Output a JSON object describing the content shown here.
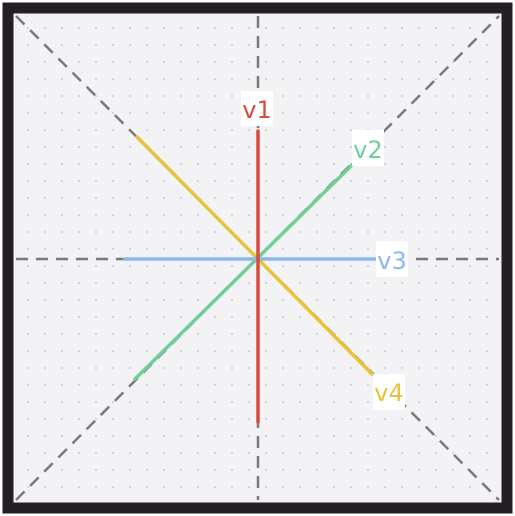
{
  "diagram": {
    "background": "#f3f3f5",
    "frame_color": "#231f24",
    "dot_color": "#c9c9cf",
    "guide_color": "#7a7a7e",
    "vectors": [
      {
        "id": "v1",
        "label": "v1",
        "color": "#d94a3f"
      },
      {
        "id": "v2",
        "label": "v2",
        "color": "#6fcf97"
      },
      {
        "id": "v3",
        "label": "v3",
        "color": "#8bb8f0"
      },
      {
        "id": "v4",
        "label": "v4",
        "color": "#e8c23a"
      }
    ]
  }
}
